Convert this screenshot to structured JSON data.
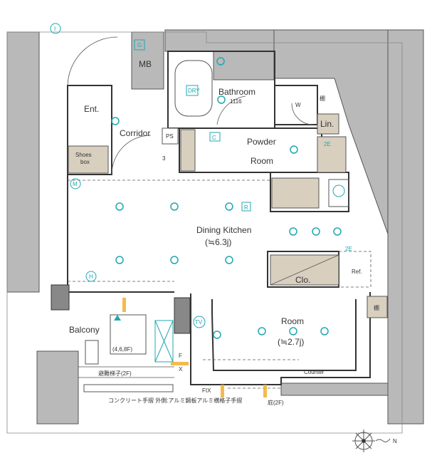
{
  "colors": {
    "wall": "#b9b9b9",
    "wall_line": "#333333",
    "storage": "#d8cfbf",
    "fixture": "#1fa8b0",
    "vent": "#f0b030"
  },
  "rooms": {
    "entrance": "Ent.",
    "corridor": "Corridor",
    "ps": "PS",
    "shoes_box": [
      "Shoes",
      "box"
    ],
    "mb": "MB",
    "gas_meter": "G",
    "bathroom": "Bathroom",
    "bathroom_size": "1116",
    "dry": "DRY",
    "washer": "W",
    "shelf_top": "棚",
    "linen": "Lin.",
    "powder_room": [
      "Powder",
      "Room"
    ],
    "dining_kitchen": "Dining Kitchen",
    "dining_kitchen_size": "(≒6.3j)",
    "closet": "Clo.",
    "refrigerator": "Ref.",
    "shelf_right": "棚",
    "room": "Room",
    "room_size": "(≒2.7j)",
    "balcony": "Balcony",
    "balcony_floors": "(4,6,8F)",
    "counter": "Counter"
  },
  "annotations": {
    "escape_ladder": "避難梯子(2F)",
    "railing": "コンクリート手摺 外側:アルミ鋼板アルミ横格子手摺",
    "eaves": "庇(2F)",
    "fix_bottom": "FIX",
    "fix_side": [
      "F",
      "X"
    ],
    "symbols": {
      "c": "C",
      "r": "R",
      "tv": "TV",
      "i": "I",
      "m": "M",
      "h": "H",
      "e2": "2E",
      "three": "3"
    }
  },
  "compass": {
    "north_label": "N"
  }
}
